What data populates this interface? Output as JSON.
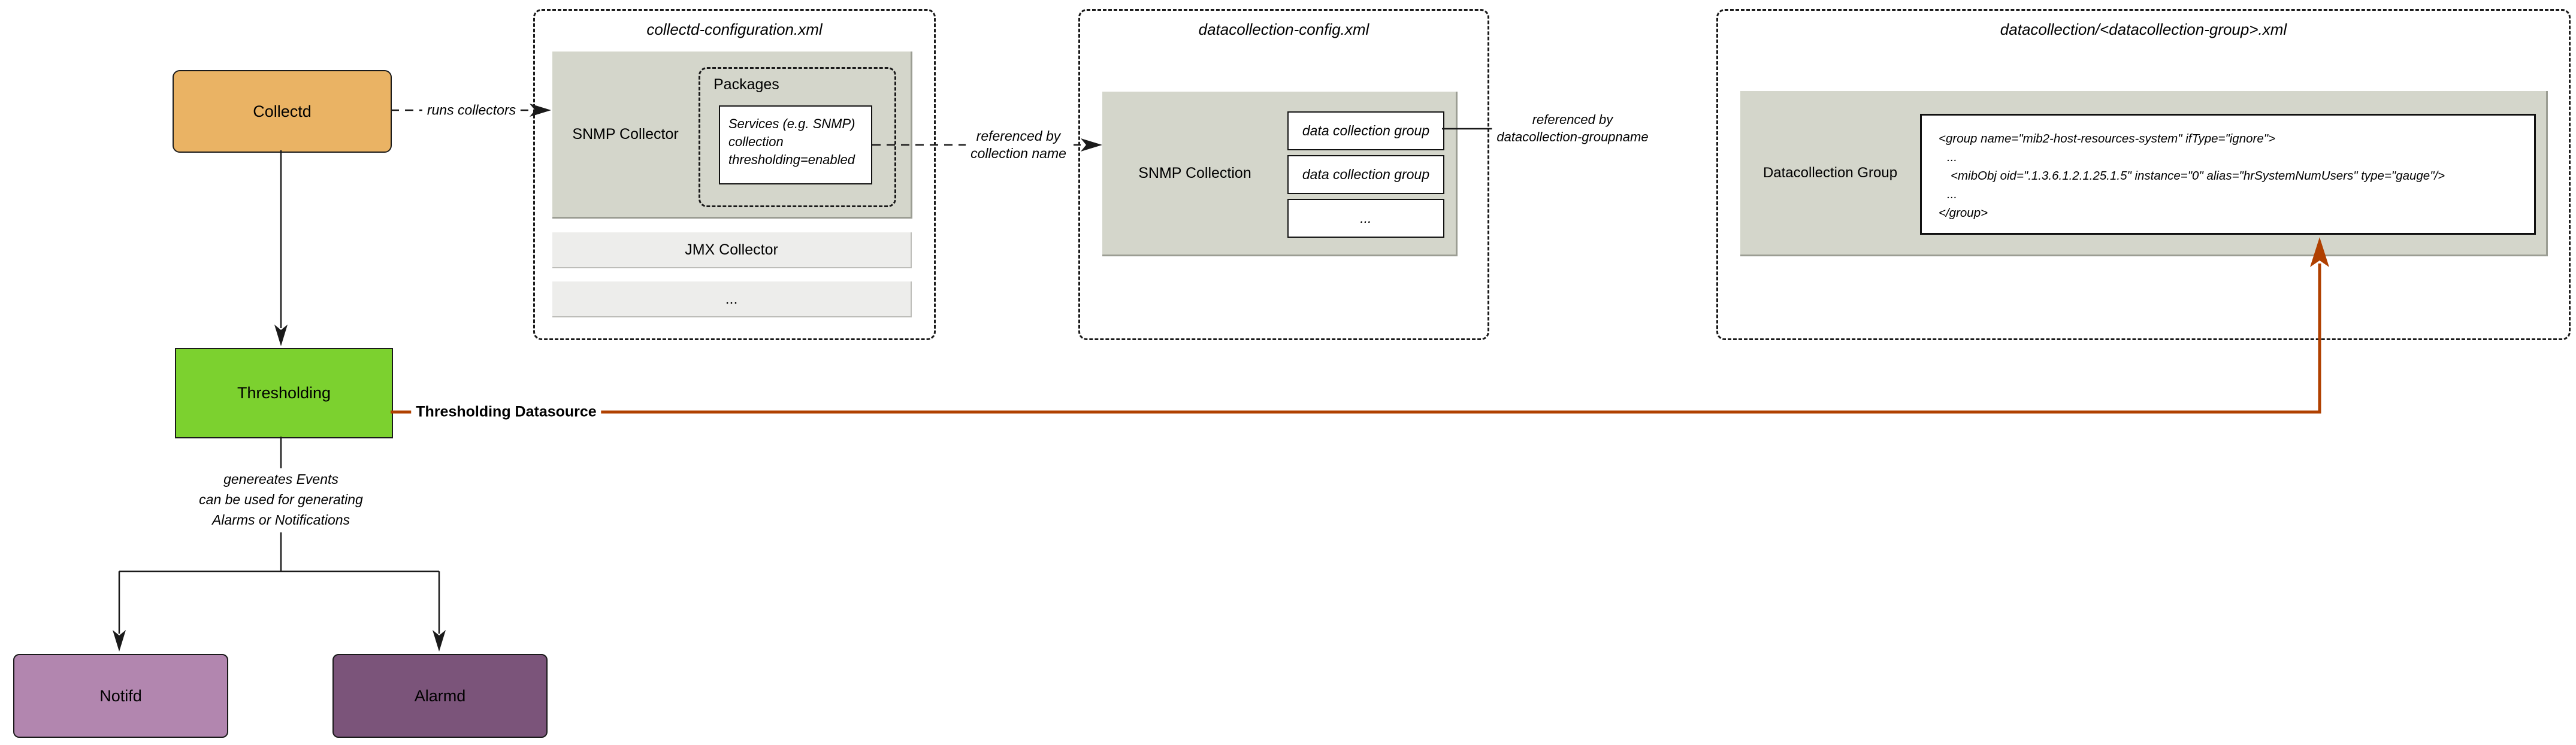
{
  "nodes": {
    "collectd": {
      "label": "Collectd"
    },
    "thresholding": {
      "label": "Thresholding"
    },
    "notifd": {
      "label": "Notifd"
    },
    "alarmd": {
      "label": "Alarmd"
    }
  },
  "collectd_configuration": {
    "title": "collectd-configuration.xml",
    "snmp_collector_label": "SNMP Collector",
    "packages_label": "Packages",
    "services_box": {
      "line1": "Services (e.g. SNMP)",
      "line2": "collection",
      "line3": "thresholding=enabled"
    },
    "jmx_collector_label": "JMX Collector",
    "ellipsis_label": "..."
  },
  "datacollection_config": {
    "title": "datacollection-config.xml",
    "snmp_collection_label": "SNMP Collection",
    "group_box1": "data collection group",
    "group_box2": "data collection group",
    "ellipsis_label": "..."
  },
  "datacollection_group": {
    "title": "datacollection/<datacollection-group>.xml",
    "label": "Datacollection Group",
    "xml_lines": {
      "l1": "<group name=\"mib2-host-resources-system\" ifType=\"ignore\">",
      "l2": "...",
      "l3": "<mibObj oid=\".1.3.6.1.2.1.25.1.5\" instance=\"0\" alias=\"hrSystemNumUsers\" type=\"gauge\"/>",
      "l4": "...",
      "l5": "</group>"
    }
  },
  "edge_labels": {
    "runs_collectors": "runs collectors",
    "referenced_by_collection": {
      "line1": "referenced by",
      "line2": "collection name"
    },
    "referenced_by_groupname": {
      "line1": "referenced by",
      "line2": "datacollection-groupname"
    },
    "thresholding_datasource": "Thresholding Datasource",
    "generates_note": {
      "line1": "genereates Events",
      "line2": "can be used for generating",
      "line3": "Alarms or Notifications"
    }
  },
  "colors": {
    "collectd_fill": "#EAB364",
    "thresholding_fill": "#7CD12F",
    "notifd_fill": "#B286AF",
    "alarmd_fill": "#7B547A",
    "panel_fill": "#D4D6CB",
    "row_fill": "#EDEDEB",
    "datasource_line": "#B04000",
    "line_color": "#1A1A1A"
  }
}
